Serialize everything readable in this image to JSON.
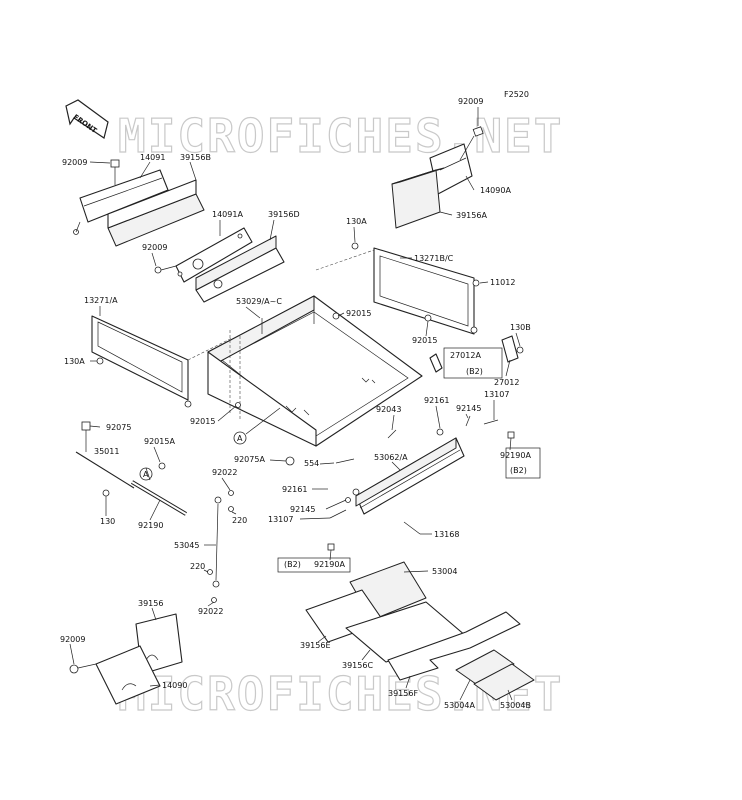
{
  "figure_code": "F2520",
  "front_badge": "FRONT",
  "watermarks": [
    "MICROFICHES.NET",
    "MICROFICHES.NET"
  ],
  "labels": {
    "l92009_top": "92009",
    "l14090A": "14090A",
    "l39156A": "39156A",
    "l92009_l": "92009",
    "l14091": "14091",
    "l39156B": "39156B",
    "l14091A": "14091A",
    "l39156D": "39156D",
    "l92009_m": "92009",
    "l130A_r": "130A",
    "l13271BC": "13271B/C",
    "l11012": "11012",
    "l13271A": "13271/A",
    "l53029": "53029/A~C",
    "l92015_c": "92015",
    "l92015_r": "92015",
    "l130B": "130B",
    "l27012A": "27012A",
    "lB2_a": "(B2)",
    "l27012": "27012",
    "l130A_l": "130A",
    "l92015_b": "92015",
    "lA_1": "A",
    "l92043": "92043",
    "l92161_a": "92161",
    "l92145_a": "92145",
    "l13107_a": "13107",
    "l92075": "92075",
    "l92015A": "92015A",
    "l35011": "35011",
    "lA_2": "A",
    "l130": "130",
    "l92190": "92190",
    "l92075A": "92075A",
    "l554": "554",
    "l53062": "53062/A",
    "l92190A_r": "92190A",
    "lB2_b": "(B2)",
    "l92022_t": "92022",
    "l220_t": "220",
    "l92161_b": "92161",
    "l92145_b": "92145",
    "l13107_b": "13107",
    "l13168": "13168",
    "l53045": "53045",
    "lB2_c": "(B2)",
    "l92190A_c": "92190A",
    "l53004": "53004",
    "l220_b": "220",
    "l92022_b": "92022",
    "l39156": "39156",
    "l39156E": "39156E",
    "l39156C": "39156C",
    "l92009_b": "92009",
    "l14090": "14090",
    "l39156F": "39156F",
    "l53004A": "53004A",
    "l53004B": "53004B"
  }
}
